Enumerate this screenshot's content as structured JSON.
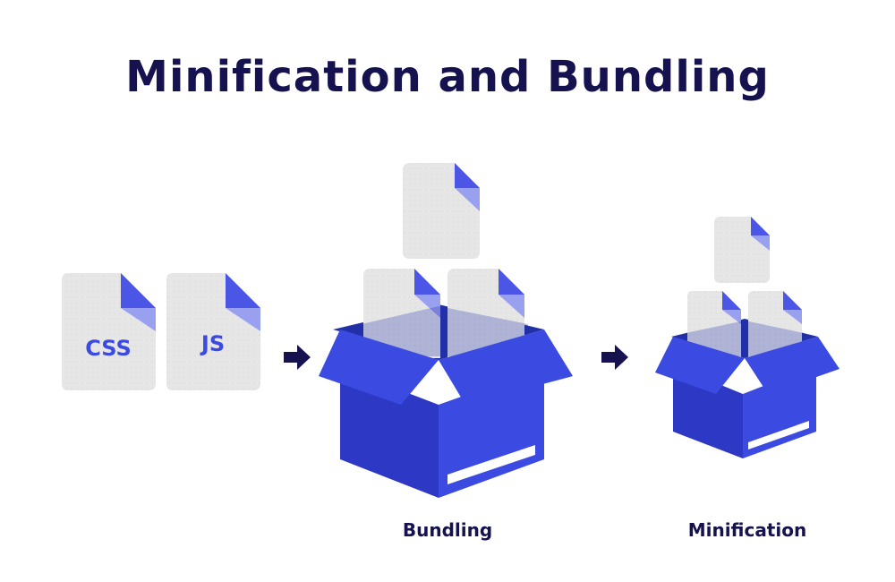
{
  "title": "Minification and Bundling",
  "files": {
    "css_label": "CSS",
    "js_label": "JS"
  },
  "stages": [
    {
      "label": "Bundling"
    },
    {
      "label": "Minification"
    }
  ],
  "colors": {
    "navy": "#16124f",
    "box_front": "#2d39c4",
    "box_side": "#3b4ae0",
    "box_inner": "#2230a8",
    "file": "#e6e6e6",
    "fold": "#4b55e6",
    "fold_light": "#9aa0f0"
  }
}
